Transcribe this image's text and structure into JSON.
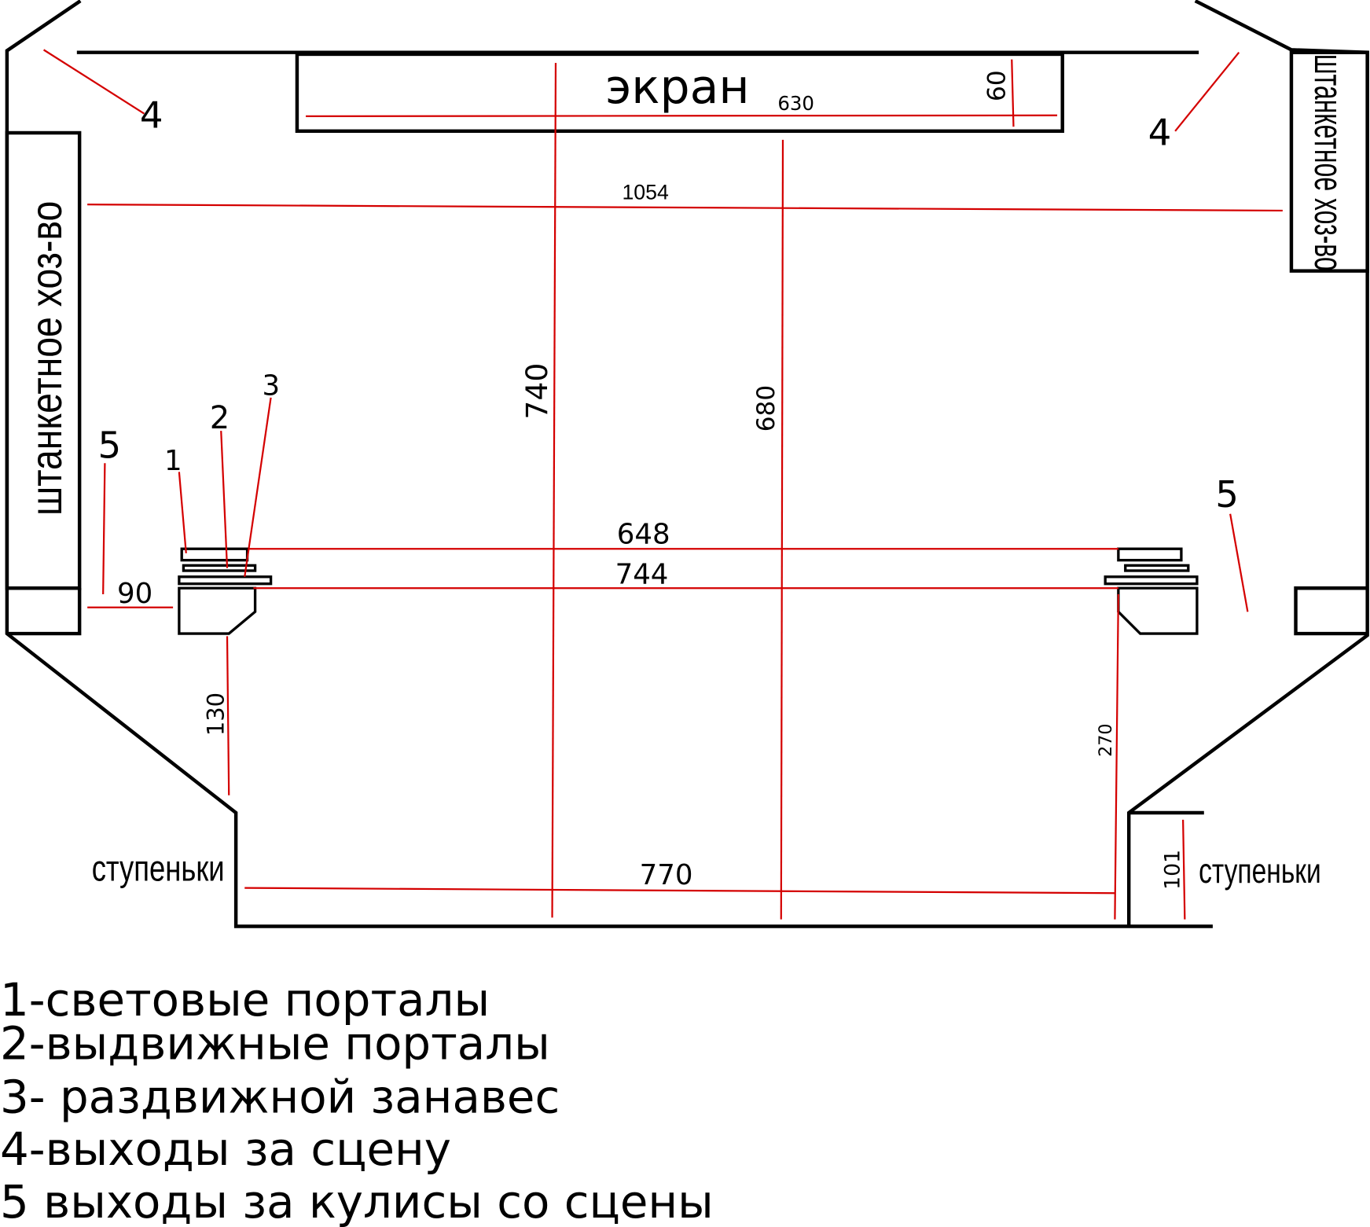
{
  "labels": {
    "screen": "экран",
    "storage_left": "штанкетное хоз-во",
    "storage_right": "штанкетное хоз-во",
    "steps_left": "ступеньки",
    "steps_right": "ступеньки"
  },
  "dimensions": {
    "screen_width": "630",
    "screen_depth": "60",
    "hall_width": "1054",
    "depth_left": "740",
    "depth_right": "680",
    "portal_inner": "648",
    "portal_outer": "744",
    "side_gap": "90",
    "forestage_left": "130",
    "forestage_right": "270",
    "front_width": "770",
    "steps_depth": "101"
  },
  "markers": {
    "m1": "1",
    "m2": "2",
    "m3": "3",
    "m4_left": "4",
    "m4_right": "4",
    "m5_left": "5",
    "m5_right": "5"
  },
  "legend": [
    "1-световые порталы",
    "2-выдвижные порталы",
    "3- раздвижной занавес",
    "4-выходы за сцену",
    "5 выходы за кулисы со сцены"
  ],
  "colors": {
    "walls": "#000000",
    "dimension_lines": "#d40000"
  }
}
